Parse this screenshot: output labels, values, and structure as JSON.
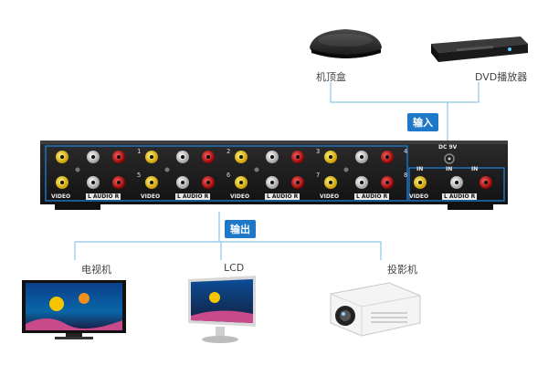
{
  "inputs": {
    "badge": "输入",
    "sources": [
      {
        "label": "机顶盒",
        "icon": "set-top-box-icon"
      },
      {
        "label": "DVD播放器",
        "icon": "dvd-player-icon"
      }
    ]
  },
  "outputs": {
    "badge": "输出",
    "targets": [
      {
        "label": "电视机",
        "icon": "tv-icon"
      },
      {
        "label": "LCD",
        "icon": "lcd-monitor-icon"
      },
      {
        "label": "投影机",
        "icon": "projector-icon"
      }
    ]
  },
  "device": {
    "dc_label": "DC 9V",
    "in_label": "IN",
    "video_label": "VIDEO",
    "audio_label": "L  AUDIO  R",
    "port_numbers": [
      "1",
      "2",
      "3",
      "4",
      "5",
      "6",
      "7",
      "8"
    ]
  },
  "colors": {
    "accent": "#1e78c8",
    "line": "#8ec5ea",
    "video_jack": "#f2c200",
    "audio_left": "#e6e6e6",
    "audio_right": "#d11f1f",
    "chassis": "#1c1c1c"
  }
}
